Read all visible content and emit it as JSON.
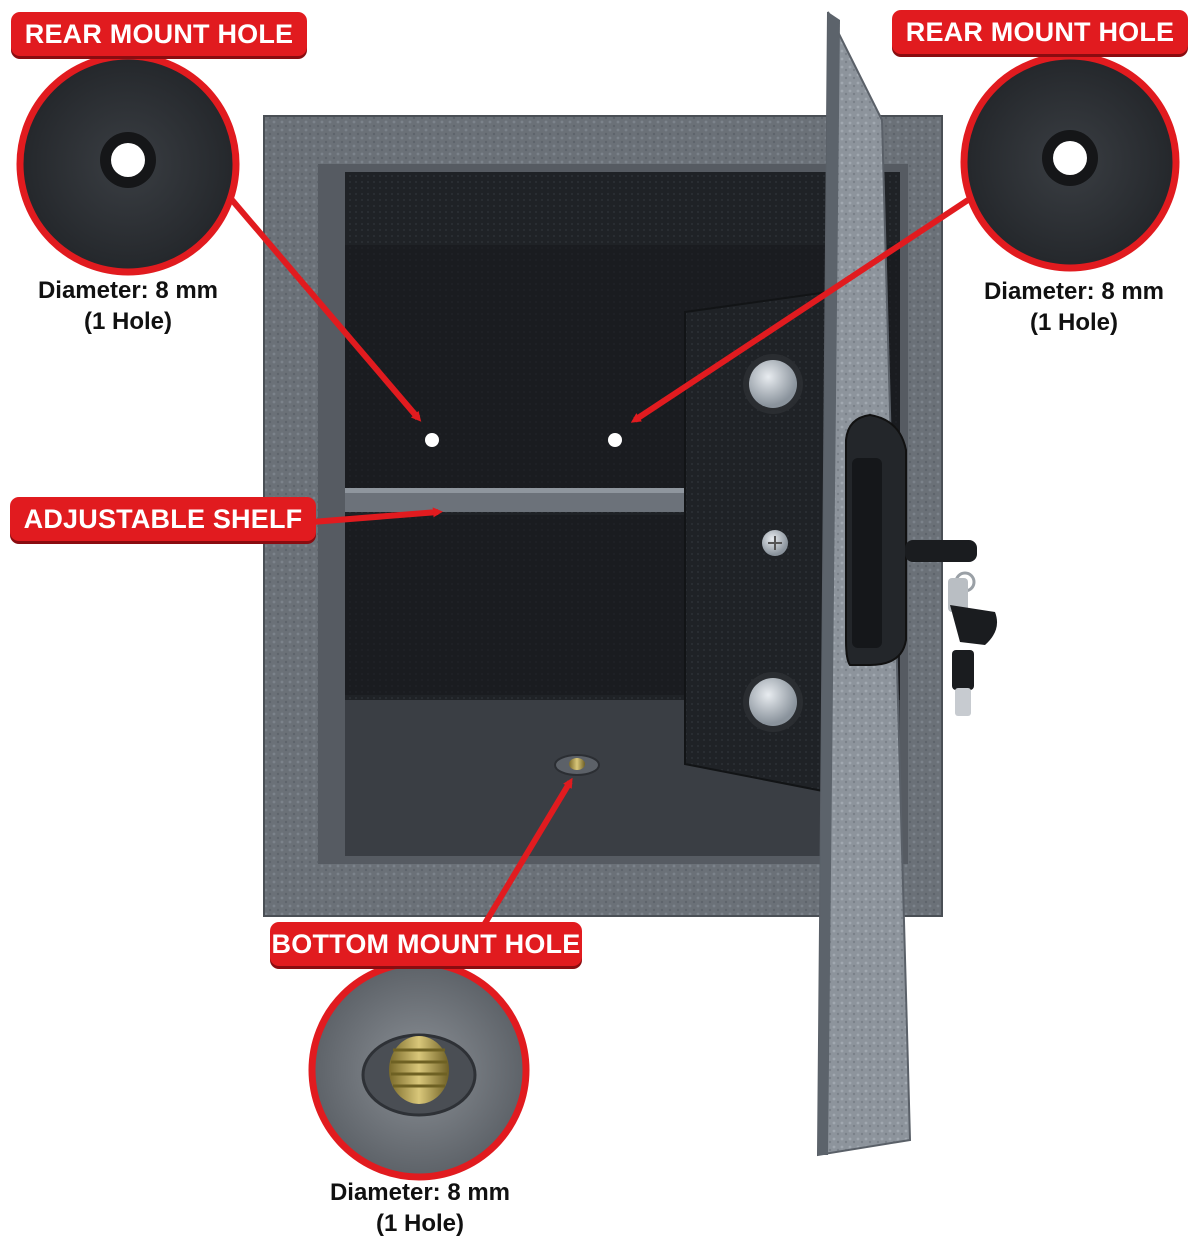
{
  "labels": {
    "rear_left": "REAR MOUNT HOLE",
    "rear_right": "REAR MOUNT HOLE",
    "shelf": "ADJUSTABLE SHELF",
    "bottom": "BOTTOM MOUNT HOLE"
  },
  "captions": {
    "rear_left": {
      "diameter": "Diameter: 8 mm",
      "count": "(1 Hole)"
    },
    "rear_right": {
      "diameter": "Diameter: 8 mm",
      "count": "(1 Hole)"
    },
    "bottom": {
      "diameter": "Diameter: 8 mm",
      "count": "(1 Hole)"
    }
  },
  "colors": {
    "accent_red": "#e11b1f",
    "safe_body": "#6e747c",
    "safe_interior": "#1c1f24",
    "background": "#ffffff"
  }
}
